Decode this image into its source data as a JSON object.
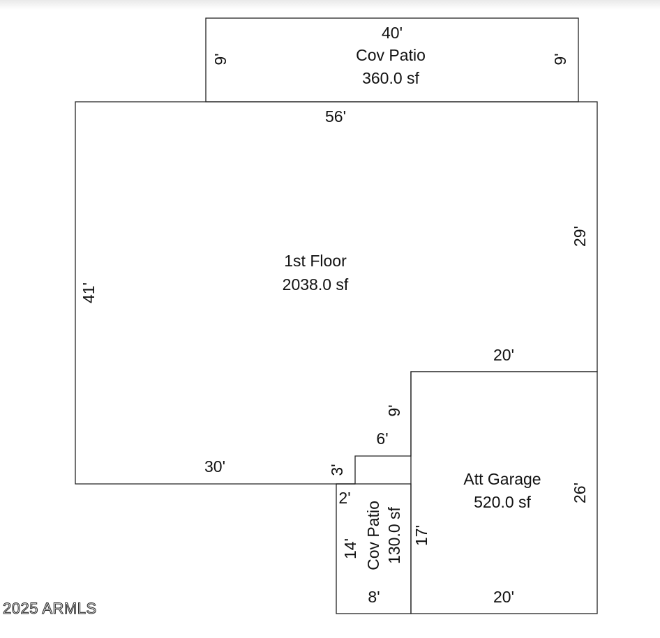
{
  "cov_patio_top": {
    "name": "Cov Patio",
    "area": "360.0 sf",
    "dim_top": "40'",
    "dim_left": "9'",
    "dim_right": "9'"
  },
  "first_floor": {
    "name": "1st Floor",
    "area": "2038.0 sf",
    "dim_top": "56'",
    "dim_left": "41'",
    "dim_right": "29'",
    "dim_bottom": "30'",
    "dim_step_vertical": "3'",
    "dim_step_horizontal": "6'",
    "dim_inner_vertical": "9'",
    "dim_inner_horizontal": "20'"
  },
  "att_garage": {
    "name": "Att Garage",
    "area": "520.0 sf",
    "dim_right": "26'",
    "dim_left": "17'",
    "dim_bottom": "20'"
  },
  "cov_patio_bottom": {
    "name": "Cov Patio",
    "area": "130.0 sf",
    "dim_left_top": "2'",
    "dim_left": "14'",
    "dim_bottom": "8'"
  },
  "watermark": "2025 ARMLS"
}
